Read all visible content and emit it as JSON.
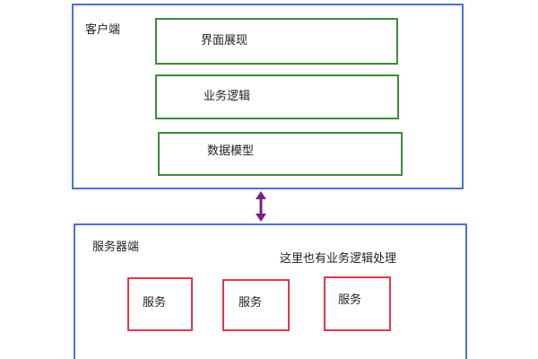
{
  "client": {
    "label": "客户端",
    "layers": [
      {
        "label": "界面展现"
      },
      {
        "label": "业务逻辑"
      },
      {
        "label": "数据模型"
      }
    ]
  },
  "server": {
    "label": "服务器端",
    "note": "这里也有业务逻辑处理",
    "services": [
      {
        "label": "服务"
      },
      {
        "label": "服务"
      },
      {
        "label": "服务"
      }
    ]
  },
  "colors": {
    "container_border": "#4c6fd8",
    "layer_border": "#3e8a3e",
    "service_border": "#e0394a",
    "connector": "#7a1f86"
  }
}
